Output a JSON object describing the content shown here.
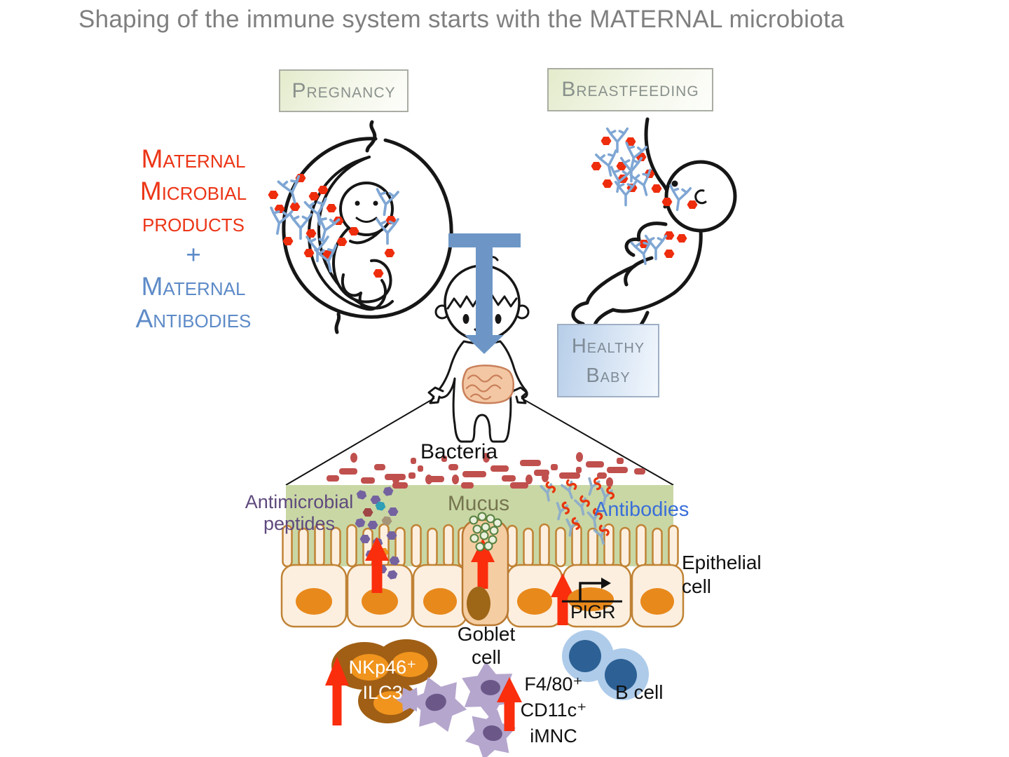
{
  "title": "Shaping of the immune system starts with the MATERNAL microbiota",
  "boxes": {
    "pregnancy": "Pregnancy",
    "breastfeeding": "Breastfeeding",
    "healthy_baby": [
      "Healthy",
      "Baby"
    ]
  },
  "maternal_block": {
    "microbial": [
      "Maternal",
      "Microbial",
      "products"
    ],
    "plus": "+",
    "antibodies": [
      "Maternal",
      "Antibodies"
    ]
  },
  "mucosa": {
    "bacteria": "Bacteria",
    "antimicrobial": [
      "Antimicrobial",
      "peptides"
    ],
    "mucus": "Mucus",
    "antibodies": "Antibodies",
    "epithelial": [
      "Epithelial",
      "cell"
    ],
    "goblet": [
      "Goblet",
      "cell"
    ],
    "pigr": "PIGR"
  },
  "immune_cells": {
    "ilc3": [
      "NKp46⁺",
      "ILC3"
    ],
    "imnc": [
      "F4/80⁺",
      "CD11c⁺",
      "iMNC"
    ],
    "b_cell": "B cell"
  },
  "colors": {
    "title_gray": "#7F7F7F",
    "stage_box_text": "#8A918C",
    "red_text": "#EC3517",
    "blue_text": "#5E8BC8",
    "arrow_blue": "#6D96C6",
    "red_arrow": "#FA2D0C",
    "bacteria_red": "#C0504D",
    "mucus_band_green": "#C9D7A5",
    "peptide_purple": "#7462A0",
    "antimicrobial_text": "#5F4A7E",
    "mucus_text": "#75754E",
    "antibodies_text": "#3A6FD9",
    "epithelial_fill": "#FCEFDF",
    "epithelial_stroke": "#C08335",
    "nucleus_orange": "#E8891C",
    "goblet_fill": "#F5CDA2",
    "goblet_nucleus": "#9E6617",
    "ilc3_outer": "#A05F14",
    "ilc3_inner": "#F0941E",
    "imnc_body": "#B5A6CD",
    "imnc_nucleus": "#6B5889",
    "bcell_outer": "#AECBEA",
    "bcell_nucleus": "#2D6195",
    "antibody_icon_blue": "#7FA6D4",
    "microbial_dot_red": "#EE2D0D",
    "siga_blue": "#8FAEC8",
    "siga_red": "#E8350D",
    "intestine_fill": "#F3C7A4",
    "intestine_stroke": "#C9805A",
    "outline_black": "#161616"
  }
}
